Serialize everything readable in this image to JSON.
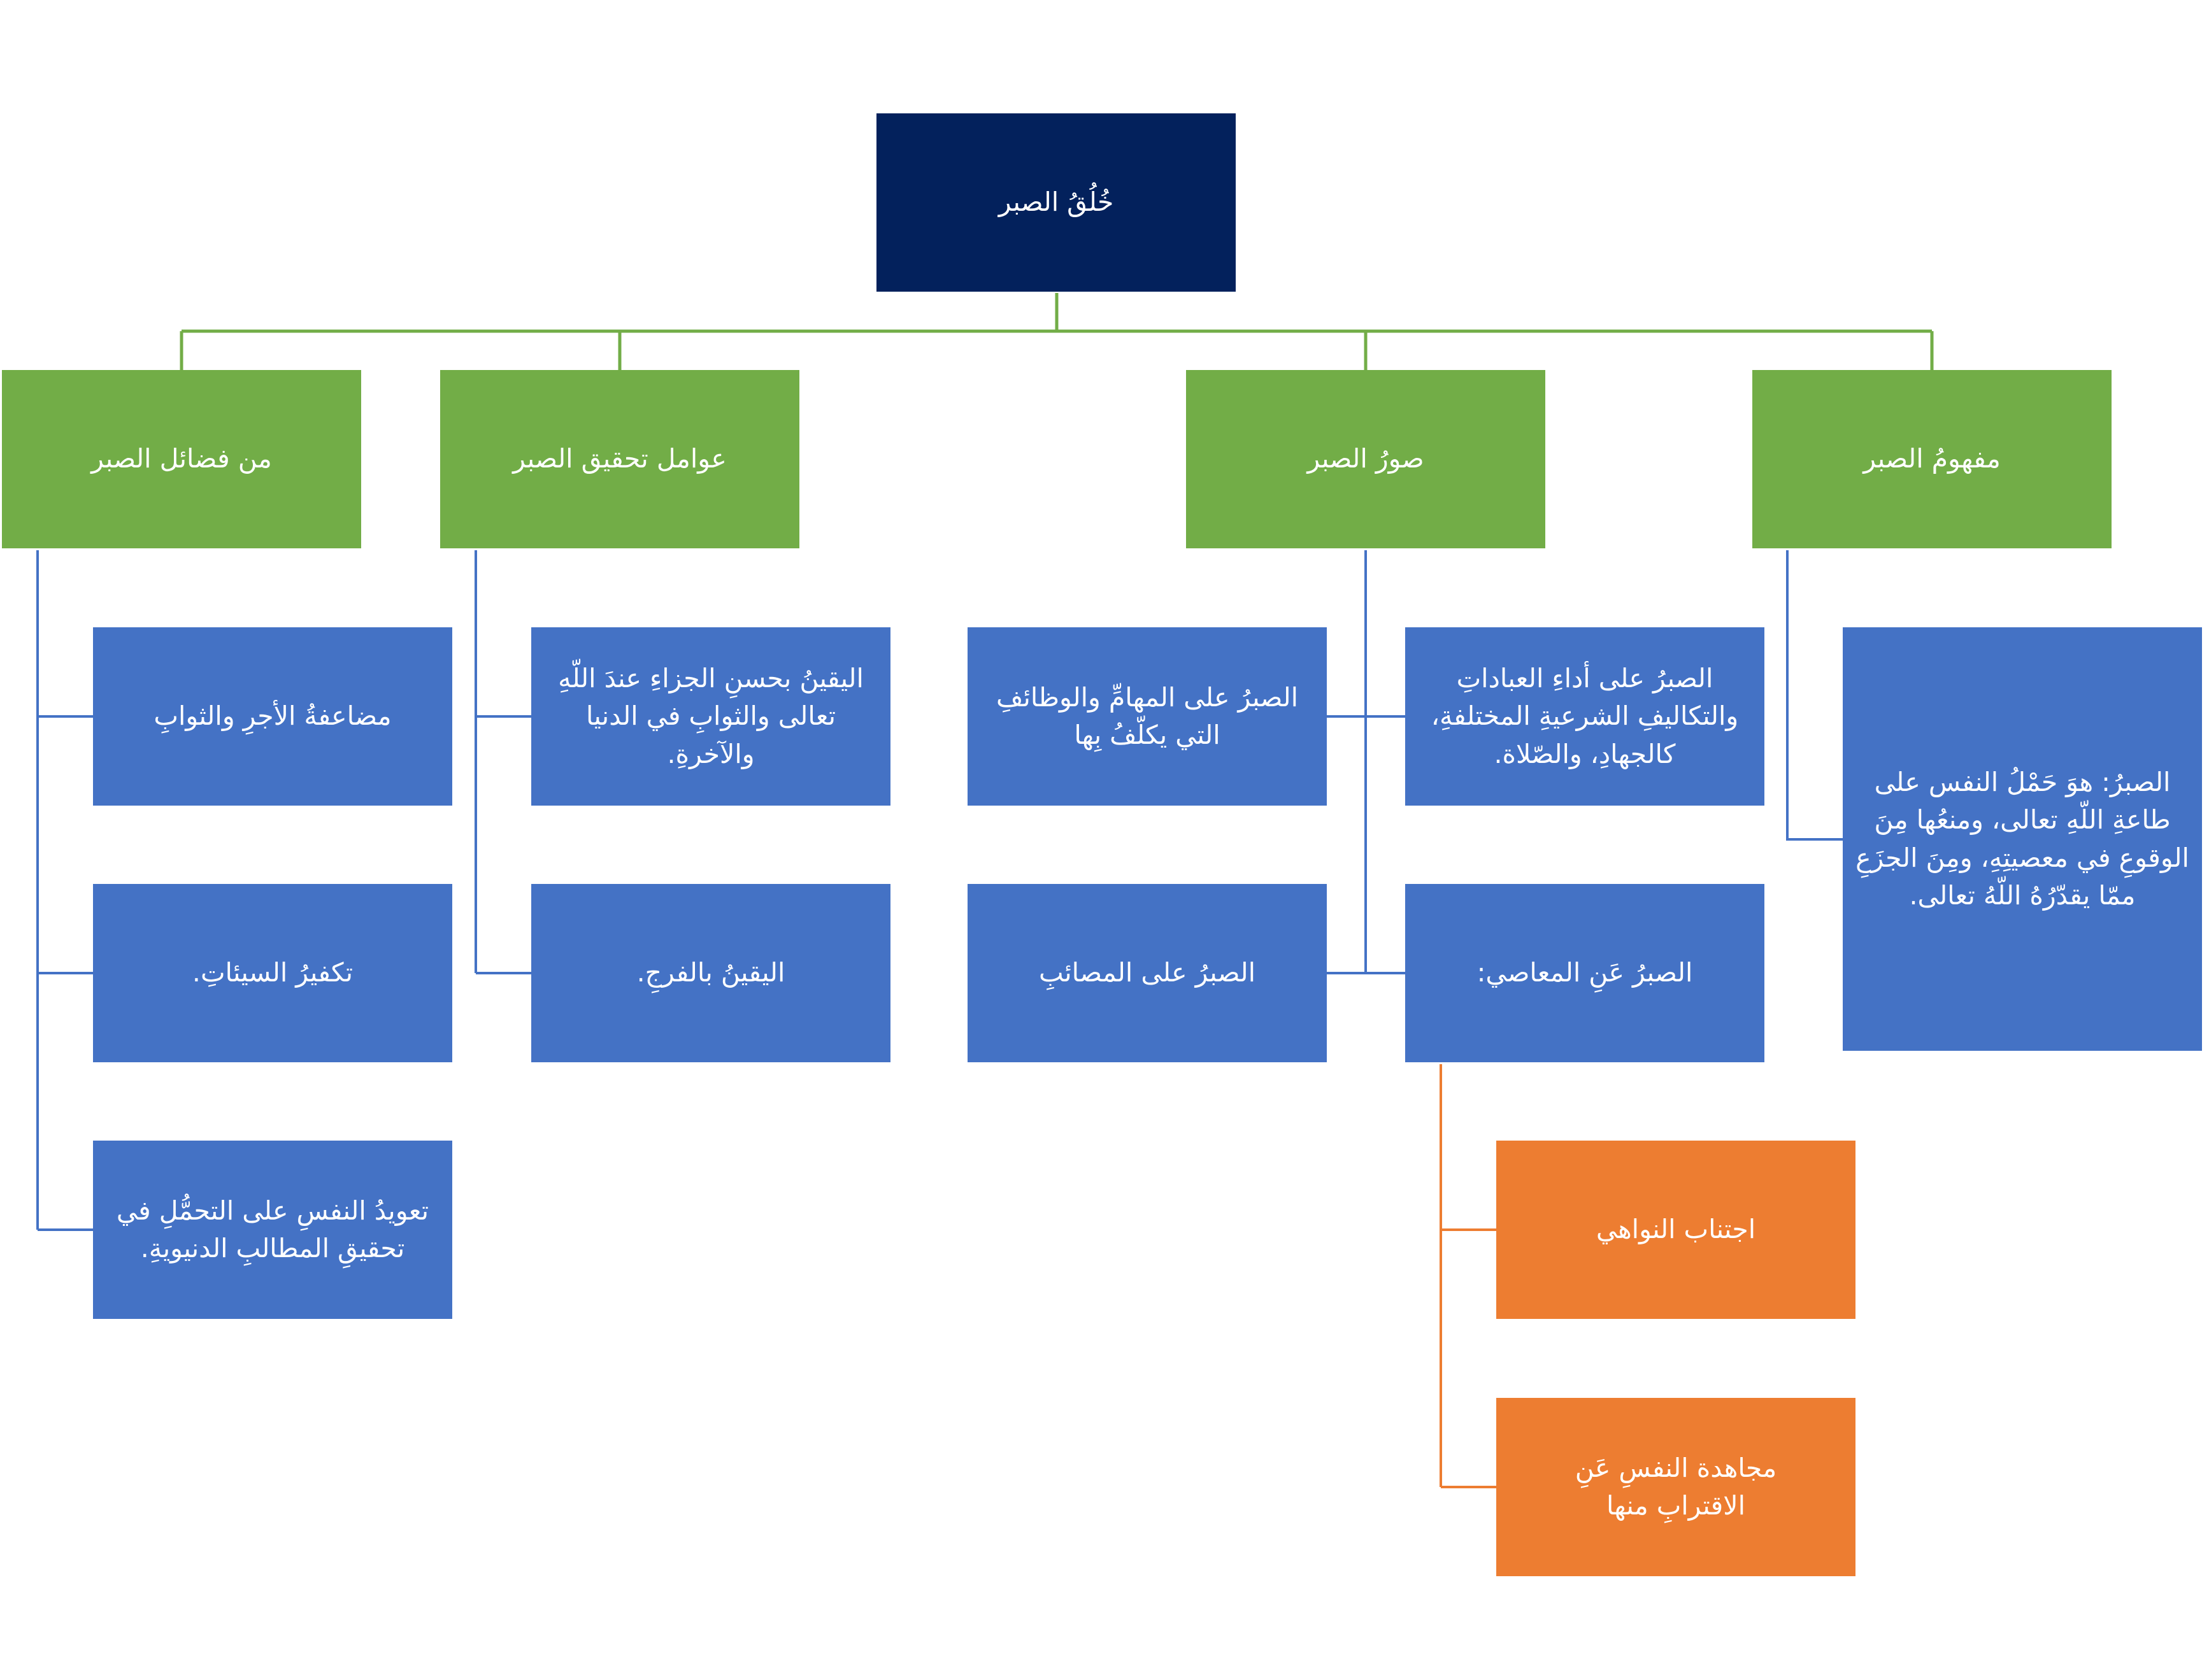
{
  "colors": {
    "root": "#03215c",
    "category": "#72ad47",
    "item": "#4472c5",
    "sub_item": "#ed7d31",
    "connector_green": "#72ad47",
    "connector_blue": "#4472c5",
    "connector_orange": "#ed7d31"
  },
  "root": {
    "label": "خُلُقُ الصبر"
  },
  "categories": {
    "concept": {
      "label": "مفهومُ الصبر",
      "definition": "الصبرُ: هوَ حَمْلُ النفس على طاعةِ اللّهِ تعالى، ومنعُها مِنَ الوقوعِ في معصيتِهِ، ومِنَ الجزَعِ ممّا يقدّرُهُ اللّهُ تعالى."
    },
    "forms": {
      "label": "صورُ الصبر",
      "items": {
        "worship": "الصبرُ على أداءِ العباداتِ والتكاليفِ الشرعيةِ المختلفةِ، كالجهادِ، والصّلاة.",
        "tasks": "الصبرُ على المهامِّ والوظائفِ التي يكلّفُ بِها",
        "sins": "الصبرُ عَنِ المعاصي:",
        "calamities": "الصبرُ على المصائبِ"
      },
      "sins_sub": {
        "avoid": "اجتناب النواهي",
        "struggle": "مجاهدة النفسِ عَنِ الاقترابِ منها"
      }
    },
    "factors": {
      "label": "عوامل تحقيق الصبر",
      "items": {
        "reward": "اليقينُ بحسنِ الجزاءِ عندَ اللّهِ تعالى والثوابِ في الدنيا والآخرةِ.",
        "relief": "اليقينُ بالفرجِ."
      }
    },
    "virtues": {
      "label": "من فضائل الصبر",
      "items": {
        "multiply": "مضاعفةُ الأجرِ والثوابِ",
        "expiation": "تكفيرُ السيئاتِ.",
        "habituation": "تعويدُ النفسِ على التحمُّلِ في تحقيقِ المطالبِ الدنيويةِ."
      }
    }
  }
}
